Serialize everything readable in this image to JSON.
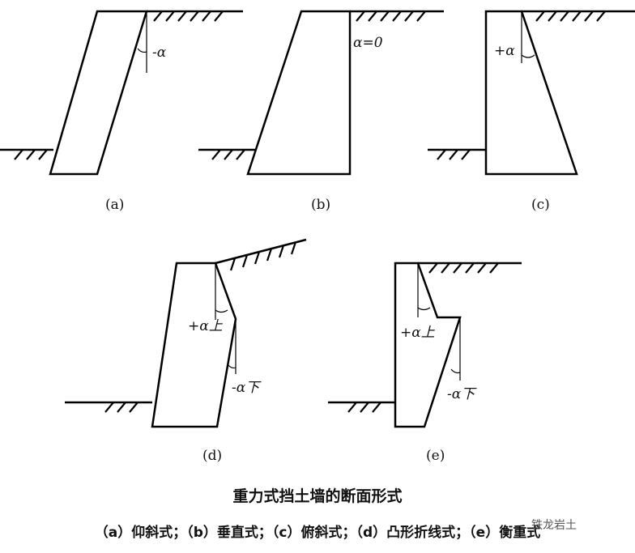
{
  "figure": {
    "title": "重力式挡土墙的断面形式",
    "subtitle": "（a）仰斜式；（b）垂直式；（c）俯斜式；（d）凸形折线式；（e）衡重式"
  },
  "panels": [
    {
      "id": "a",
      "label": "(a)",
      "angle_label": "-α"
    },
    {
      "id": "b",
      "label": "(b)",
      "angle_label": "α=0"
    },
    {
      "id": "c",
      "label": "(c)",
      "angle_label": "+α"
    },
    {
      "id": "d",
      "label": "(d)",
      "angle_upper": "+α上",
      "angle_lower": "-α下"
    },
    {
      "id": "e",
      "label": "(e)",
      "angle_upper": "+α上",
      "angle_lower": "-α下"
    }
  ],
  "watermark": {
    "text": "铁龙岩土"
  }
}
